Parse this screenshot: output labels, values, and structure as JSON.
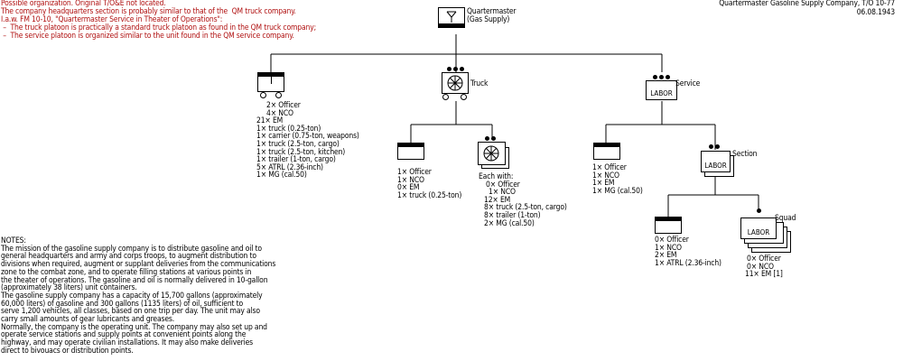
{
  "header_notes": [
    "Possible organization. Original T/O&E not located.",
    "The company headquarters section is probably similar to that of the  QM truck company.",
    "I.a.w. FM 10-10, \"Quartermaster Service in Theater of Operations\":",
    " –  The truck platoon is practically a standard truck platoon as found in the QM truck company;",
    " –  The service platoon is organized similar to the unit found in the QM service company."
  ],
  "title": "Quartermaster Gasoline Supply Company, T/O 10-77",
  "date": "06.08.1943",
  "units": {
    "company": {
      "line1": "Quartermaster",
      "line2": "(Gas Supply)"
    },
    "truck": {
      "label": "Truck"
    },
    "service": {
      "label": "Service",
      "symbol_text": "LABOR"
    },
    "section": {
      "label": "Section",
      "symbol_text": "LABOR"
    },
    "squad": {
      "label": "Squad",
      "symbol_text": "LABOR"
    }
  },
  "hq_company": [
    "2× Officer",
    "4× NCO",
    "21× EM",
    "1× truck (0.25-ton)",
    "1× carrier (0.75-ton, weapons)",
    "1× truck (2.5-ton, cargo)",
    "1× truck (2.5-ton, kitchen)",
    "1× trailer (1-ton, cargo)",
    "5× ATRL (2.36-inch)",
    "1× MG (cal.50)"
  ],
  "truck_hq": [
    "1× Officer",
    "1× NCO",
    "0× EM",
    "1× truck (0.25-ton)"
  ],
  "truck_sections": [
    "Each with:",
    "0× Officer",
    "1× NCO",
    "12× EM",
    "8× truck (2.5-ton, cargo)",
    "8× trailer (1-ton)",
    "2× MG (cal.50)"
  ],
  "service_hq": [
    "1× Officer",
    "1× NCO",
    "1× EM",
    "1× MG (cal.50)"
  ],
  "section_hq": [
    "0× Officer",
    "1× NCO",
    "2× EM",
    "1× ATRL (2.36-inch)"
  ],
  "squad": [
    "0× Officer",
    "0× NCO",
    "11× EM [1]"
  ],
  "notes": [
    "NOTES:",
    "The mission of the gasoline supply company is to distribute gasoline and oil to",
    "general headquarters and army and corps troops, to augment distribution to",
    "divisions when required, augment or supplant deliveries from the communications",
    "zone to the combat zone, and to operate filling stations at various points in",
    "the theater of operations. The gasoline and oil is normally delivered in 10-gallon",
    "(approximately 38 liters) unit containers.",
    "The gasoline supply company has a capacity of 15,700 gallons (approximately",
    "60,000 liters) of gasoline and 300 gallons (1135 liters) of oil, sufficient to",
    "serve 1,200 vehicles, all classes, based on one trip per day. The unit may also",
    "carry small amounts of gear lubricants and greases.",
    "Normally, the company is the operating unit. The company may also set up and",
    "operate service stations and supply points at convenient points along the",
    "highway, and may operate civilian installations. It may also make deliveries",
    "direct to bivouacs or distribution points."
  ]
}
